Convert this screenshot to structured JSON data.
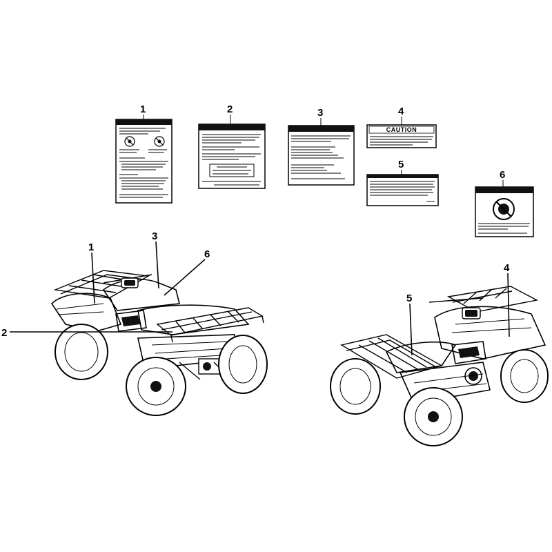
{
  "callouts": {
    "c1": "1",
    "c2": "2",
    "c3": "3",
    "c4": "4",
    "c5": "5",
    "c6": "6"
  },
  "labels": {
    "label4_header": "CAUTION"
  }
}
